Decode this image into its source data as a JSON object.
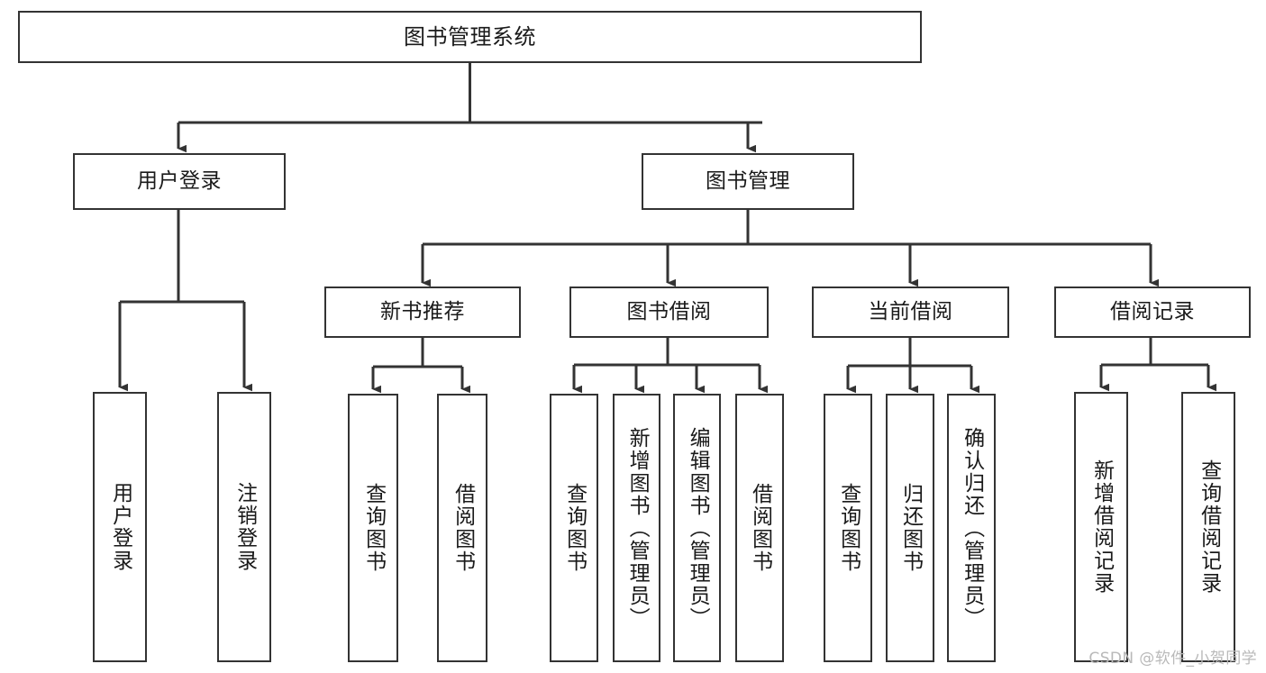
{
  "diagram": {
    "title": "图书管理系统",
    "type": "tree-hierarchy-chart",
    "orientation": "top-down",
    "colors": {
      "box_border": "#333333",
      "box_fill": "#ffffff",
      "connector": "#333333",
      "text": "#1a1a1a",
      "watermark": "#b9b9b9",
      "background": "#ffffff"
    },
    "root": {
      "label": "图书管理系统"
    },
    "level2": [
      {
        "label": "用户登录"
      },
      {
        "label": "图书管理"
      }
    ],
    "level3": [
      {
        "label": "新书推荐"
      },
      {
        "label": "图书借阅"
      },
      {
        "label": "当前借阅"
      },
      {
        "label": "借阅记录"
      }
    ],
    "leaves": {
      "user_login": [
        {
          "label": "用户登录"
        },
        {
          "label": "注销登录"
        }
      ],
      "new_book_recommend": [
        {
          "label": "查询图书"
        },
        {
          "label": "借阅图书"
        }
      ],
      "book_borrow": [
        {
          "label": "查询图书"
        },
        {
          "label": "新增图书（管理员）"
        },
        {
          "label": "编辑图书（管理员）"
        },
        {
          "label": "借阅图书"
        }
      ],
      "current_borrow": [
        {
          "label": "查询图书"
        },
        {
          "label": "归还图书"
        },
        {
          "label": "确认归还（管理员）"
        }
      ],
      "borrow_record": [
        {
          "label": "新增借阅记录"
        },
        {
          "label": "查询借阅记录"
        }
      ]
    },
    "watermark": "CSDN @软件_小贺同学"
  }
}
